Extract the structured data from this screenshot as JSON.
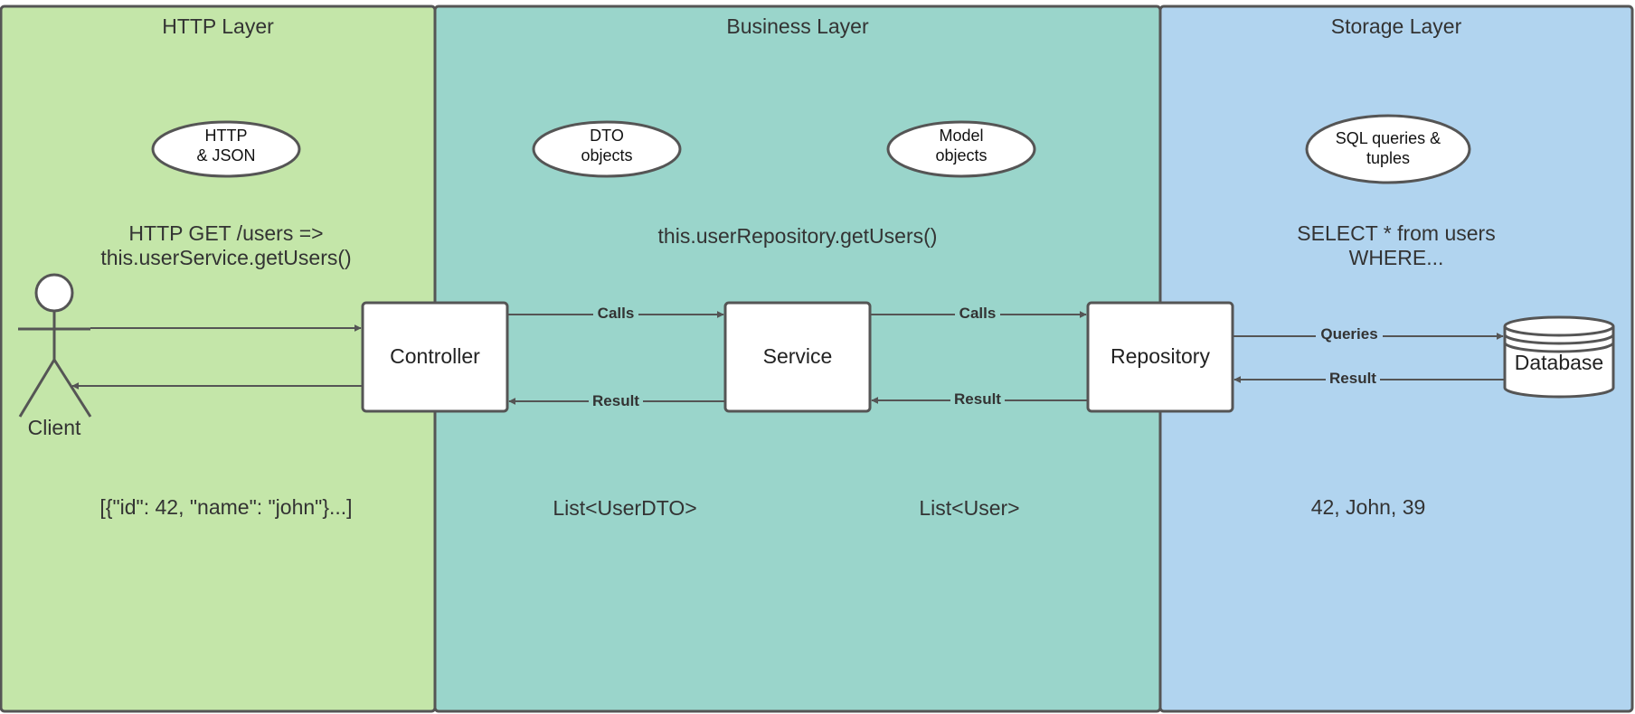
{
  "colors": {
    "http_lane": "#c4e6a9",
    "business_lane": "#9ad5cb",
    "storage_lane": "#b1d4ef",
    "border": "#555555",
    "box_fill": "#ffffff",
    "text": "#333333"
  },
  "lanes": {
    "http": {
      "title": "HTTP Layer"
    },
    "business": {
      "title": "Business Layer"
    },
    "storage": {
      "title": "Storage Layer"
    }
  },
  "ellipses": {
    "http_json": [
      "HTTP",
      "& JSON"
    ],
    "dto_objects": [
      "DTO",
      "objects"
    ],
    "model_objects": [
      "Model",
      "objects"
    ],
    "sql_tuples": [
      "SQL queries &",
      "tuples"
    ]
  },
  "notes": {
    "http_get": [
      "HTTP GET /users =>",
      "this.userService.getUsers()"
    ],
    "repo_call": "this.userRepository.getUsers()",
    "select": [
      "SELECT * from users",
      "WHERE..."
    ],
    "json_result": "[{\"id\": 42, \"name\": \"john\"}...]",
    "dto_list": "List<UserDTO>",
    "user_list": "List<User>",
    "tuple_row": "42, John, 39"
  },
  "nodes": {
    "client": "Client",
    "controller": "Controller",
    "service": "Service",
    "repository": "Repository",
    "database": "Database"
  },
  "edges": {
    "controller_service_call": "Calls",
    "service_controller_result": "Result",
    "service_repository_call": "Calls",
    "repository_service_result": "Result",
    "repository_database_query": "Queries",
    "database_repository_result": "Result"
  }
}
